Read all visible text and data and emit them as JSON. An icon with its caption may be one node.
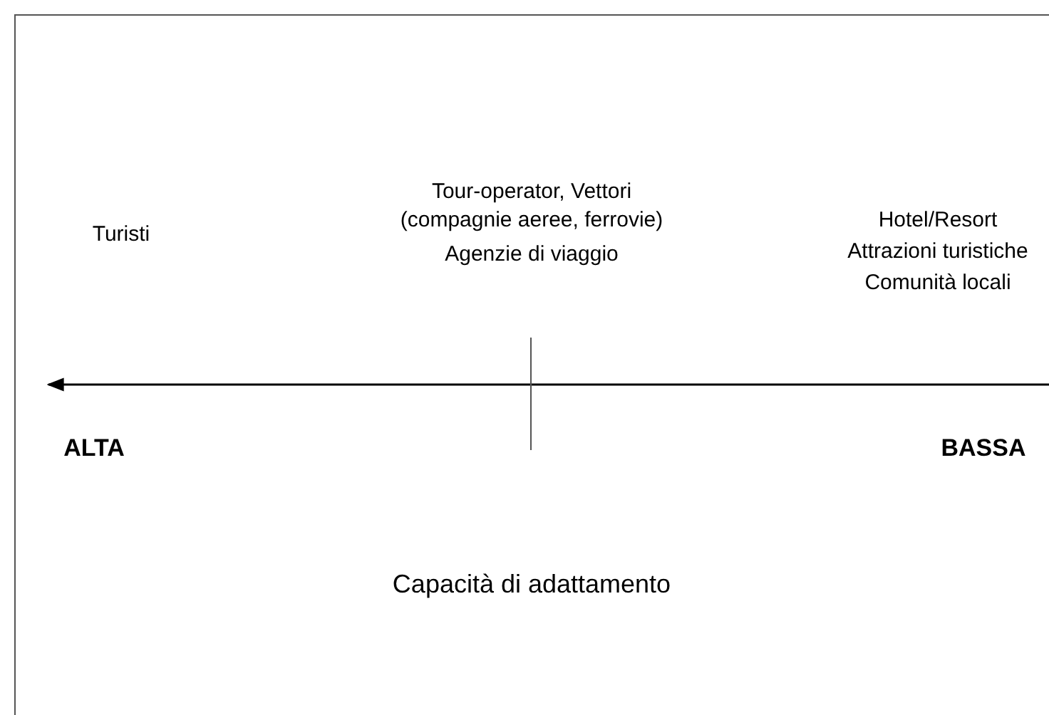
{
  "diagram": {
    "labels": [
      "Turisti",
      "Tour-operator, Vettori",
      "(compagnie aeree, ferrovie)",
      "Agenzie di viaggio",
      "Hotel/Resort",
      "Attrazioni turistiche",
      "Comunità locali",
      "ALTA",
      "BASSA",
      "Capacità di adattamento"
    ]
  }
}
